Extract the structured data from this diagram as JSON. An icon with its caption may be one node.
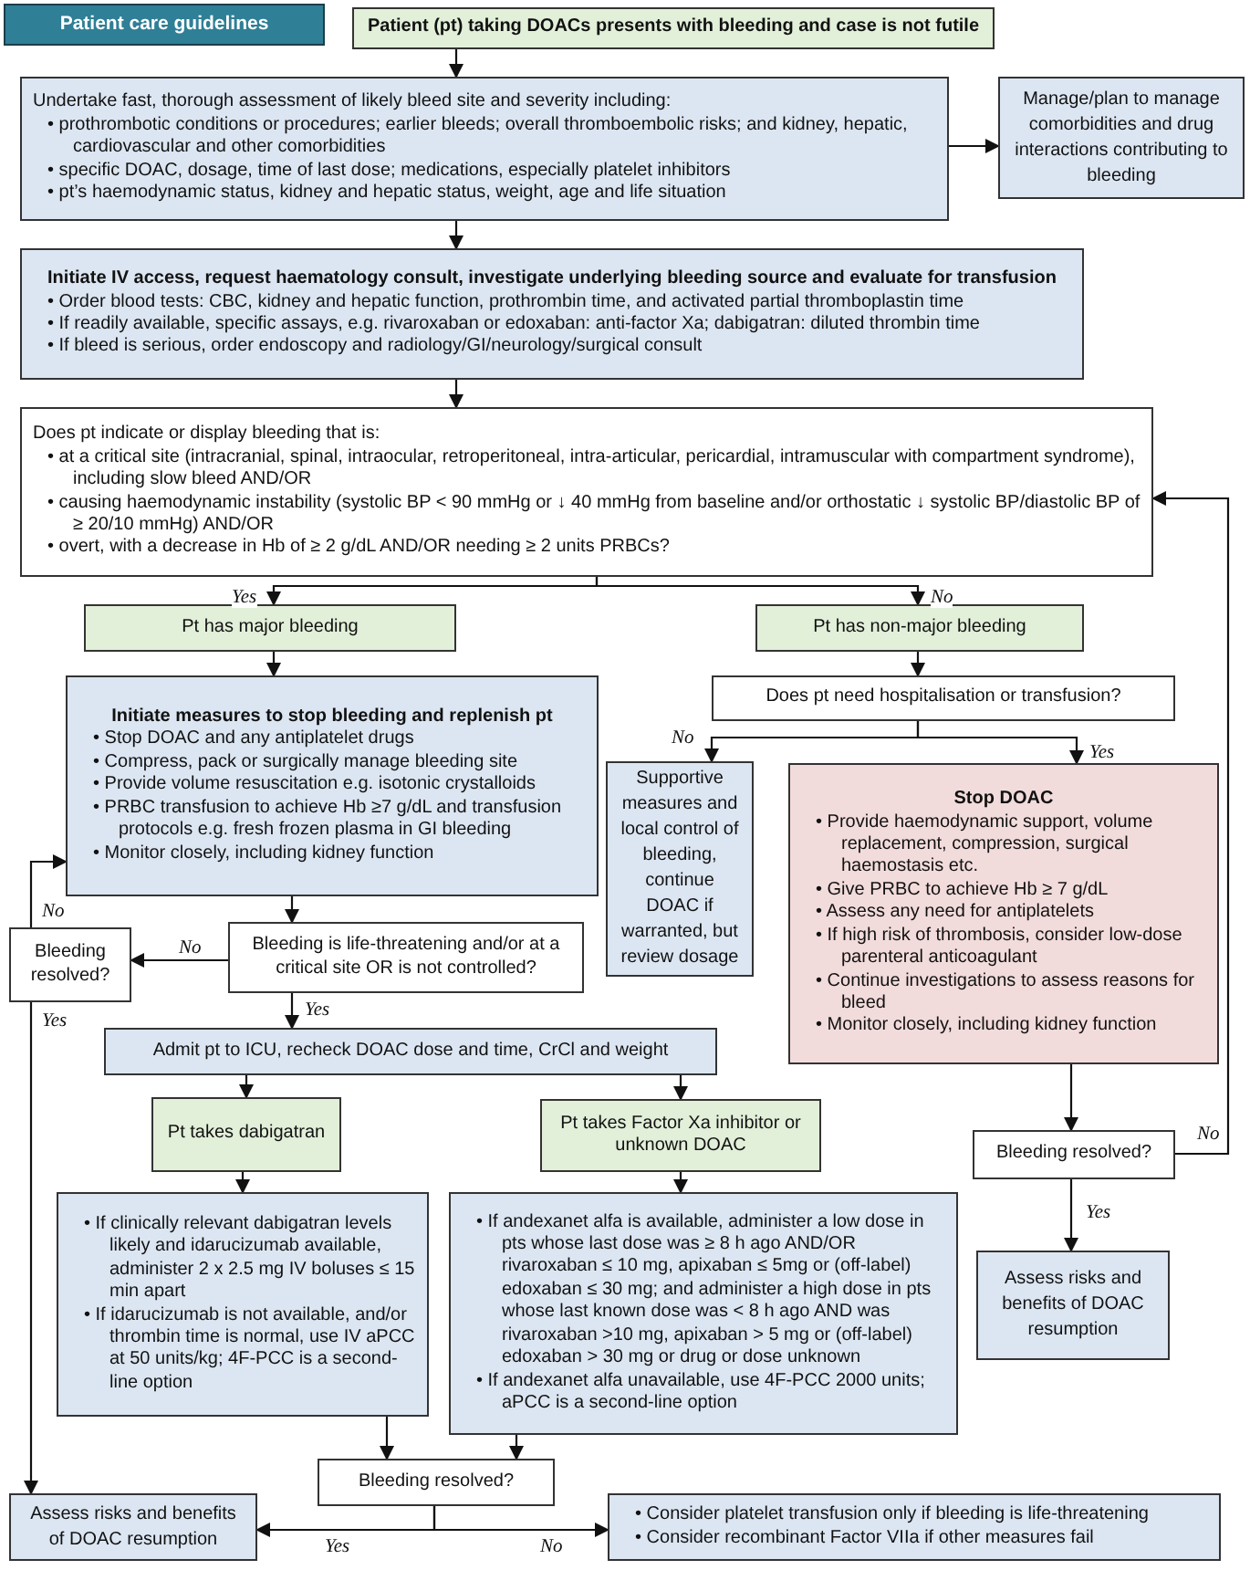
{
  "diagram": {
    "nodes": [
      {
        "text": [
          "Patient care guidelines"
        ]
      },
      {
        "text": [
          "Patient (pt) taking DOACs presents with bleeding and case is not futile"
        ]
      },
      {
        "text": [
          "Undertake fast, thorough assessment of likely bleed site and severity including:",
          "• prothrombotic conditions or procedures; earlier bleeds; overall thromboembolic risks; and kidney, hepatic, cardiovascular and other comorbidities",
          "• specific DOAC, dosage, time of last dose; medications, especially platelet inhibitors",
          "• pt’s haemodynamic status, kidney and hepatic status, weight, age and life situation"
        ]
      },
      {
        "text": [
          "Manage/plan to manage comorbidities and drug interactions contributing to bleeding"
        ]
      },
      {
        "text": [
          "Initiate IV access, request haematology consult, investigate underlying bleeding source and evaluate for transfusion",
          "• Order blood tests: CBC, kidney and hepatic function, prothrombin time, and activated partial thromboplastin time",
          "• If readily available, specific assays, e.g. rivaroxaban or edoxaban: anti-factor Xa; dabigatran: diluted thrombin time",
          "• If bleed is serious, order endoscopy and radiology/GI/neurology/surgical consult"
        ]
      },
      {
        "text": [
          "Does pt indicate or display bleeding that is:",
          "• at a critical site (intracranial, spinal, intraocular, retroperitoneal, intra-articular, pericardial, intramuscular with compartment syndrome), including slow bleed AND/OR",
          "• causing haemodynamic instability (systolic BP < 90 mmHg or ↓ 40 mmHg from baseline and/or orthostatic ↓ systolic BP/diastolic BP of ≥ 20/10 mmHg) AND/OR",
          "• overt, with a decrease in Hb of ≥ 2 g/dL AND/OR needing ≥ 2 units PRBCs?"
        ]
      },
      {
        "text": [
          "Pt has major bleeding"
        ]
      },
      {
        "text": [
          "Pt has non-major bleeding"
        ]
      },
      {
        "text": [
          "Initiate measures to stop bleeding and replenish pt",
          "• Stop DOAC and any antiplatelet drugs",
          "• Compress, pack or surgically manage bleeding site",
          "• Provide volume resuscitation e.g. isotonic crystalloids",
          "• PRBC transfusion to achieve Hb ≥7 g/dL and transfusion protocols e.g. fresh frozen plasma in GI bleeding",
          "• Monitor closely, including kidney function"
        ]
      },
      {
        "text": [
          "Does pt need hospitalisation or transfusion?"
        ]
      },
      {
        "text": [
          "Supportive measures and local control of bleeding, continue DOAC if warranted, but review dosage"
        ]
      },
      {
        "text": [
          "Stop DOAC",
          "• Provide haemodynamic support, volume replacement, compression, surgical haemostasis etc.",
          "• Give PRBC to achieve Hb ≥ 7 g/dL",
          "• Assess any need for antiplatelets",
          "• If high risk of thrombosis, consider low-dose parenteral anticoagulant",
          "• Continue investigations to assess reasons for bleed",
          "• Monitor closely, including kidney function"
        ]
      },
      {
        "text": [
          "Bleeding is life-threatening and/or at a critical site OR is not controlled?"
        ]
      },
      {
        "text": [
          "Bleeding resolved?"
        ]
      },
      {
        "text": [
          "Admit pt to ICU, recheck DOAC dose and time, CrCl and weight"
        ]
      },
      {
        "text": [
          "Pt takes dabigatran"
        ]
      },
      {
        "text": [
          "Pt takes Factor Xa inhibitor or unknown DOAC"
        ]
      },
      {
        "text": [
          "Bleeding resolved?"
        ]
      },
      {
        "text": [
          "• If clinically relevant dabigatran levels likely and idarucizumab available, administer 2 x 2.5 mg IV boluses ≤ 15 min apart",
          "• If idarucizumab is not available, and/or thrombin time is normal, use IV aPCC at 50 units/kg; 4F-PCC is a second-line option"
        ]
      },
      {
        "text": [
          "• If andexanet alfa is available, administer a low dose in pts whose last dose was ≥ 8 h ago AND/OR rivaroxaban ≤ 10 mg, apixaban ≤ 5mg or (off-label) edoxaban ≤ 30 mg; and administer a high dose in pts whose last known dose was < 8 h ago AND was rivaroxaban >10 mg, apixaban > 5 mg or (off-label) edoxaban > 30 mg or drug or dose unknown",
          "• If andexanet alfa unavailable, use 4F-PCC 2000 units; aPCC is a second-line option"
        ]
      },
      {
        "text": [
          "Assess risks and benefits of DOAC resumption"
        ]
      },
      {
        "text": [
          "Bleeding resolved?"
        ]
      },
      {
        "text": [
          "Assess risks and benefits of DOAC resumption"
        ]
      },
      {
        "text": [
          "• Consider platelet transfusion only if bleeding is life-threatening",
          "• Consider recombinant Factor VIIa if other measures fail"
        ]
      }
    ],
    "edges": [
      {
        "from": 1,
        "to": 2,
        "arrow": "to"
      },
      {
        "from": 2,
        "to": 3,
        "arrow": "to"
      },
      {
        "from": 2,
        "to": 4,
        "arrow": "to"
      },
      {
        "from": 4,
        "to": 5,
        "arrow": "to"
      },
      {
        "from": 5,
        "to": 6,
        "arrow": "to",
        "label": "Yes"
      },
      {
        "from": 5,
        "to": 7,
        "arrow": "to",
        "label": "No"
      },
      {
        "from": 6,
        "to": 8,
        "arrow": "to"
      },
      {
        "from": 7,
        "to": 9,
        "arrow": "to"
      },
      {
        "from": 9,
        "to": 10,
        "arrow": "to",
        "label": "No"
      },
      {
        "from": 9,
        "to": 11,
        "arrow": "to",
        "label": "Yes"
      },
      {
        "from": 8,
        "to": 12,
        "arrow": "to"
      },
      {
        "from": 12,
        "to": 13,
        "arrow": "to",
        "label": "No"
      },
      {
        "from": 13,
        "to": 8,
        "arrow": "to",
        "label": "No"
      },
      {
        "from": 13,
        "to": 22,
        "arrow": "to",
        "label": "Yes"
      },
      {
        "from": 12,
        "to": 14,
        "arrow": "to",
        "label": "Yes"
      },
      {
        "from": 14,
        "to": 15,
        "arrow": "to"
      },
      {
        "from": 14,
        "to": 16,
        "arrow": "to"
      },
      {
        "from": 11,
        "to": 17,
        "arrow": "to"
      },
      {
        "from": 17,
        "to": 5,
        "arrow": "to",
        "label": "No"
      },
      {
        "from": 17,
        "to": 20,
        "arrow": "to",
        "label": "Yes"
      },
      {
        "from": 15,
        "to": 18,
        "arrow": "to"
      },
      {
        "from": 16,
        "to": 19,
        "arrow": "to"
      },
      {
        "from": 18,
        "to": 21,
        "arrow": "to"
      },
      {
        "from": 19,
        "to": 21,
        "arrow": "to"
      },
      {
        "from": 21,
        "to": 22,
        "arrow": "to",
        "label": "Yes"
      },
      {
        "from": 21,
        "to": 23,
        "arrow": "to",
        "label": "No"
      }
    ]
  }
}
